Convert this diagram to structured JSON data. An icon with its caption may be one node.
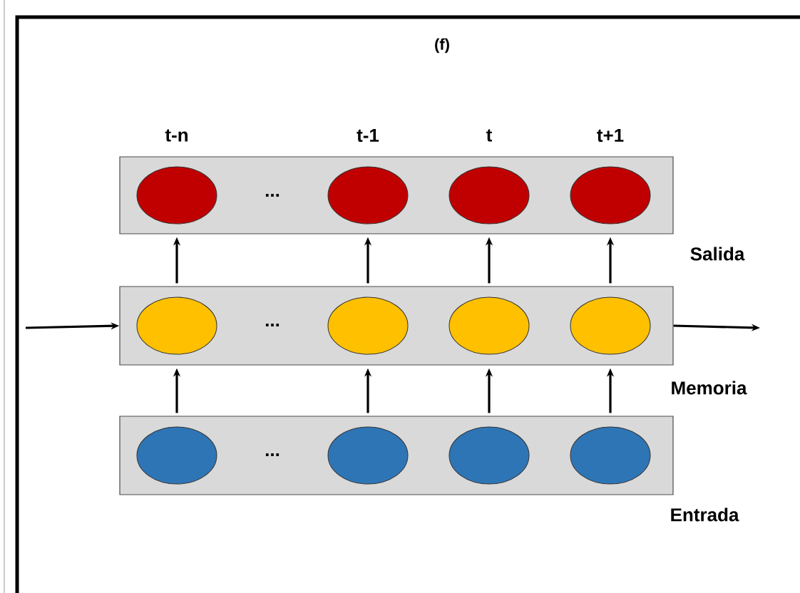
{
  "diagram": {
    "title": "(f)",
    "nodes": [
      {
        "text": [],
        "shape": "box"
      },
      {
        "text": [],
        "shape": "circle",
        "in": 0
      },
      {
        "text": [],
        "shape": "circle",
        "in": 0
      },
      {
        "text": [],
        "shape": "circle",
        "in": 0
      },
      {
        "text": [],
        "shape": "circle",
        "in": 0
      },
      {
        "text": [],
        "shape": "box"
      },
      {
        "text": [],
        "shape": "circle",
        "in": 5
      },
      {
        "text": [],
        "shape": "circle",
        "in": 5
      },
      {
        "text": [],
        "shape": "circle",
        "in": 5
      },
      {
        "text": [],
        "shape": "circle",
        "in": 5
      },
      {
        "text": [],
        "shape": "box"
      },
      {
        "text": [],
        "shape": "circle",
        "in": 10
      },
      {
        "text": [],
        "shape": "circle",
        "in": 10
      },
      {
        "text": [],
        "shape": "circle",
        "in": 10
      },
      {
        "text": [],
        "shape": "circle",
        "in": 10
      }
    ],
    "edges": [
      {
        "from": 6,
        "to": 1,
        "arrow": "to"
      },
      {
        "from": 7,
        "to": 2,
        "arrow": "to"
      },
      {
        "from": 8,
        "to": 3,
        "arrow": "to"
      },
      {
        "from": 9,
        "to": 4,
        "arrow": "to"
      },
      {
        "from": 11,
        "to": 6,
        "arrow": "to"
      },
      {
        "from": 12,
        "to": 7,
        "arrow": "to"
      },
      {
        "from": 13,
        "to": 8,
        "arrow": "to"
      },
      {
        "from": 14,
        "to": 9,
        "arrow": "to"
      },
      {
        "from": null,
        "to": 5,
        "arrow": "to"
      },
      {
        "from": 5,
        "to": null,
        "arrow": "to"
      }
    ],
    "labels": [
      "t-n",
      "t-1",
      "t",
      "t+1",
      "...",
      "Salida",
      "...",
      "Memoria",
      "...",
      "Entrada"
    ]
  }
}
